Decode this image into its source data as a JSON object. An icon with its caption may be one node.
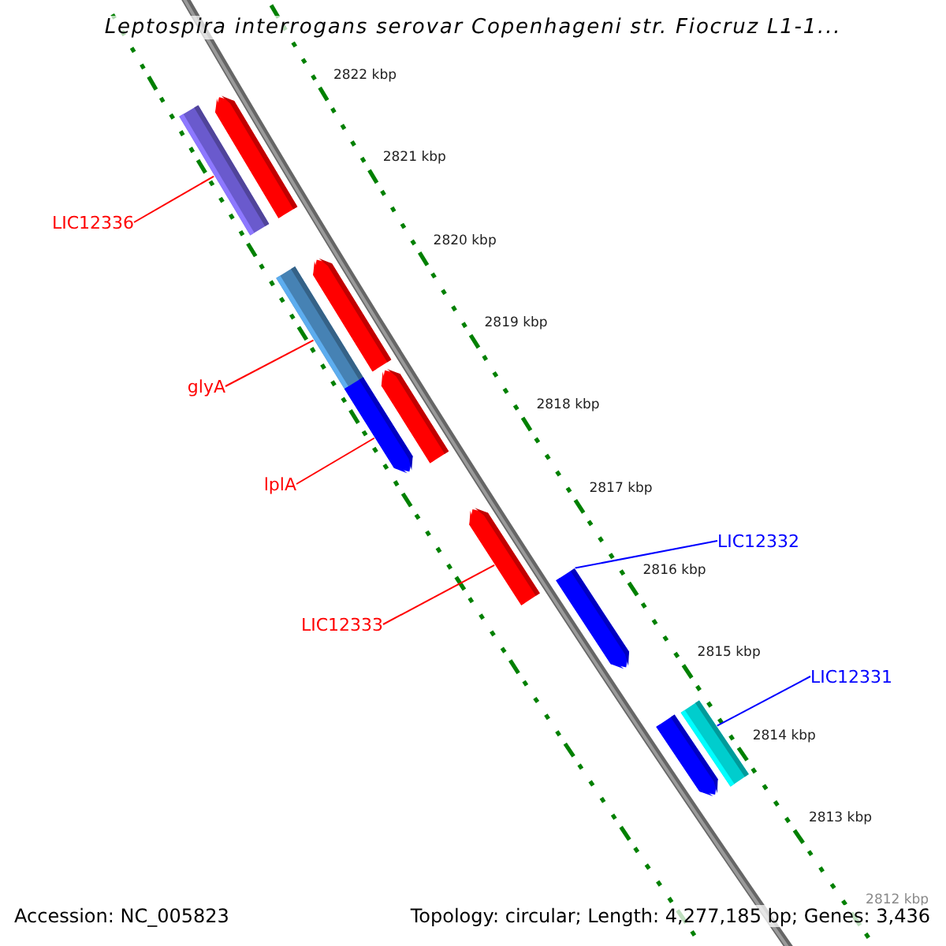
{
  "diagram": {
    "title": "Leptospira interrogans serovar Copenhageni str. Fiocruz L1-1...",
    "nodes": [
      {
        "text": [
          "LIC12336"
        ]
      },
      {
        "text": [
          "glyA"
        ]
      },
      {
        "text": [
          "lplA"
        ]
      },
      {
        "text": [
          "LIC12333"
        ]
      },
      {
        "text": [
          "LIC12332"
        ]
      },
      {
        "text": [
          "LIC12331"
        ]
      },
      {
        "text": [],
        "shape": "bar"
      },
      {
        "text": [],
        "shape": "bar"
      },
      {
        "text": [],
        "shape": "bar"
      },
      {
        "text": [],
        "shape": "bar"
      },
      {
        "text": [],
        "shape": "bar"
      },
      {
        "text": [],
        "shape": "bar"
      },
      {
        "text": [],
        "shape": "bar"
      },
      {
        "text": [],
        "shape": "bar"
      },
      {
        "text": [],
        "shape": "bar"
      },
      {
        "text": [],
        "shape": "bar"
      }
    ],
    "edges": [
      {
        "from": 0,
        "to": 6,
        "arrow": "none"
      },
      {
        "from": 1,
        "to": 8,
        "arrow": "none"
      },
      {
        "from": 2,
        "to": 10,
        "arrow": "none"
      },
      {
        "from": 3,
        "to": 12,
        "arrow": "none"
      },
      {
        "from": 4,
        "to": 13,
        "arrow": "none",
        "color": "#0000ff"
      },
      {
        "from": 5,
        "to": 15,
        "arrow": "none",
        "color": "#0000ff"
      }
    ],
    "labels": [
      "2822 kbp",
      "2821 kbp",
      "2820 kbp",
      "2819 kbp",
      "2818 kbp",
      "2817 kbp",
      "2816 kbp",
      "2815 kbp",
      "2814 kbp",
      "2813 kbp",
      "2812 kbp",
      "Accession: NC_005823",
      "Topology: circular; Length: 4,277,185 bp; Genes: 3,436"
    ]
  }
}
